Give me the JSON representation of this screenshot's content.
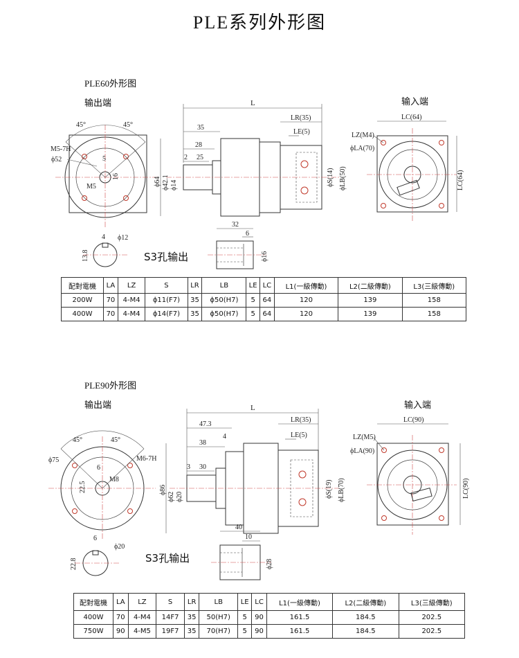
{
  "page_title": "PLE系列外形图",
  "ple60": {
    "title": "PLE60外形图",
    "output_label": "输出端",
    "input_label": "输入端",
    "s3_label": "S3孔输出",
    "dims": {
      "L": "L",
      "LR": "LR(35)",
      "LE": "LE(5)",
      "d35": "35",
      "d28": "28",
      "d2": "2",
      "d25": "25",
      "phi64": "ϕ64",
      "phi42": "ϕ42.1",
      "phi14": "ϕ14",
      "phiS": "ϕS(14)",
      "phiLB": "ϕLB(50)",
      "LC": "LC(64)",
      "LZ": "LZ(M4)",
      "phiLA": "ϕLA(70)",
      "LC_v": "LC(64)",
      "a45l": "45°",
      "a45r": "45°",
      "m57": "M5-7H",
      "phi52": "ϕ52",
      "d5": "5",
      "d16": "16",
      "m5": "M5",
      "d4": "4",
      "phi12": "ϕ12",
      "d138": "13.8",
      "d32": "32",
      "d6": "6",
      "phi16": "ϕ16"
    },
    "table": {
      "headers": [
        "配對電機",
        "LA",
        "LZ",
        "S",
        "LR",
        "LB",
        "LE",
        "LC",
        "L1(一級傳動)",
        "L2(二級傳動)",
        "L3(三級傳動)"
      ],
      "rows": [
        [
          "200W",
          "70",
          "4-M4",
          "ϕ11(F7)",
          "35",
          "ϕ50(H7)",
          "5",
          "64",
          "120",
          "139",
          "158"
        ],
        [
          "400W",
          "70",
          "4-M4",
          "ϕ14(F7)",
          "35",
          "ϕ50(H7)",
          "5",
          "64",
          "120",
          "139",
          "158"
        ]
      ]
    }
  },
  "ple90": {
    "title": "PLE90外形图",
    "output_label": "输出端",
    "input_label": "输入端",
    "s3_label": "S3孔输出",
    "dims": {
      "L": "L",
      "d473": "47.3",
      "d4": "4",
      "d38": "38",
      "d3": "3",
      "d30": "30",
      "LR": "LR(35)",
      "LE": "LE(5)",
      "phi86": "ϕ86",
      "phi62": "ϕ62",
      "phi20": "ϕ20",
      "phiS": "ϕS(19)",
      "phiLB": "ϕLB(70)",
      "LC": "LC(90)",
      "LZ": "LZ(M5)",
      "phiLA": "ϕLA(90)",
      "LC_v": "LC(90)",
      "a45l": "45°",
      "a45r": "45°",
      "phi75": "ϕ75",
      "d6": "6",
      "m67": "M6-7H",
      "d225": "22.5",
      "m8": "M8",
      "d6b": "6",
      "phi20b": "ϕ20",
      "d228": "22.8",
      "d40": "40",
      "d10": "10",
      "phi28": "ϕ28"
    },
    "table": {
      "headers": [
        "配對電機",
        "LA",
        "LZ",
        "S",
        "LR",
        "LB",
        "LE",
        "LC",
        "L1(一級傳動)",
        "L2(二級傳動)",
        "L3(三級傳動)"
      ],
      "rows": [
        [
          "400W",
          "70",
          "4-M4",
          "14F7",
          "35",
          "50(H7)",
          "5",
          "90",
          "161.5",
          "184.5",
          "202.5"
        ],
        [
          "750W",
          "90",
          "4-M5",
          "19F7",
          "35",
          "70(H7)",
          "5",
          "90",
          "161.5",
          "184.5",
          "202.5"
        ]
      ]
    }
  }
}
